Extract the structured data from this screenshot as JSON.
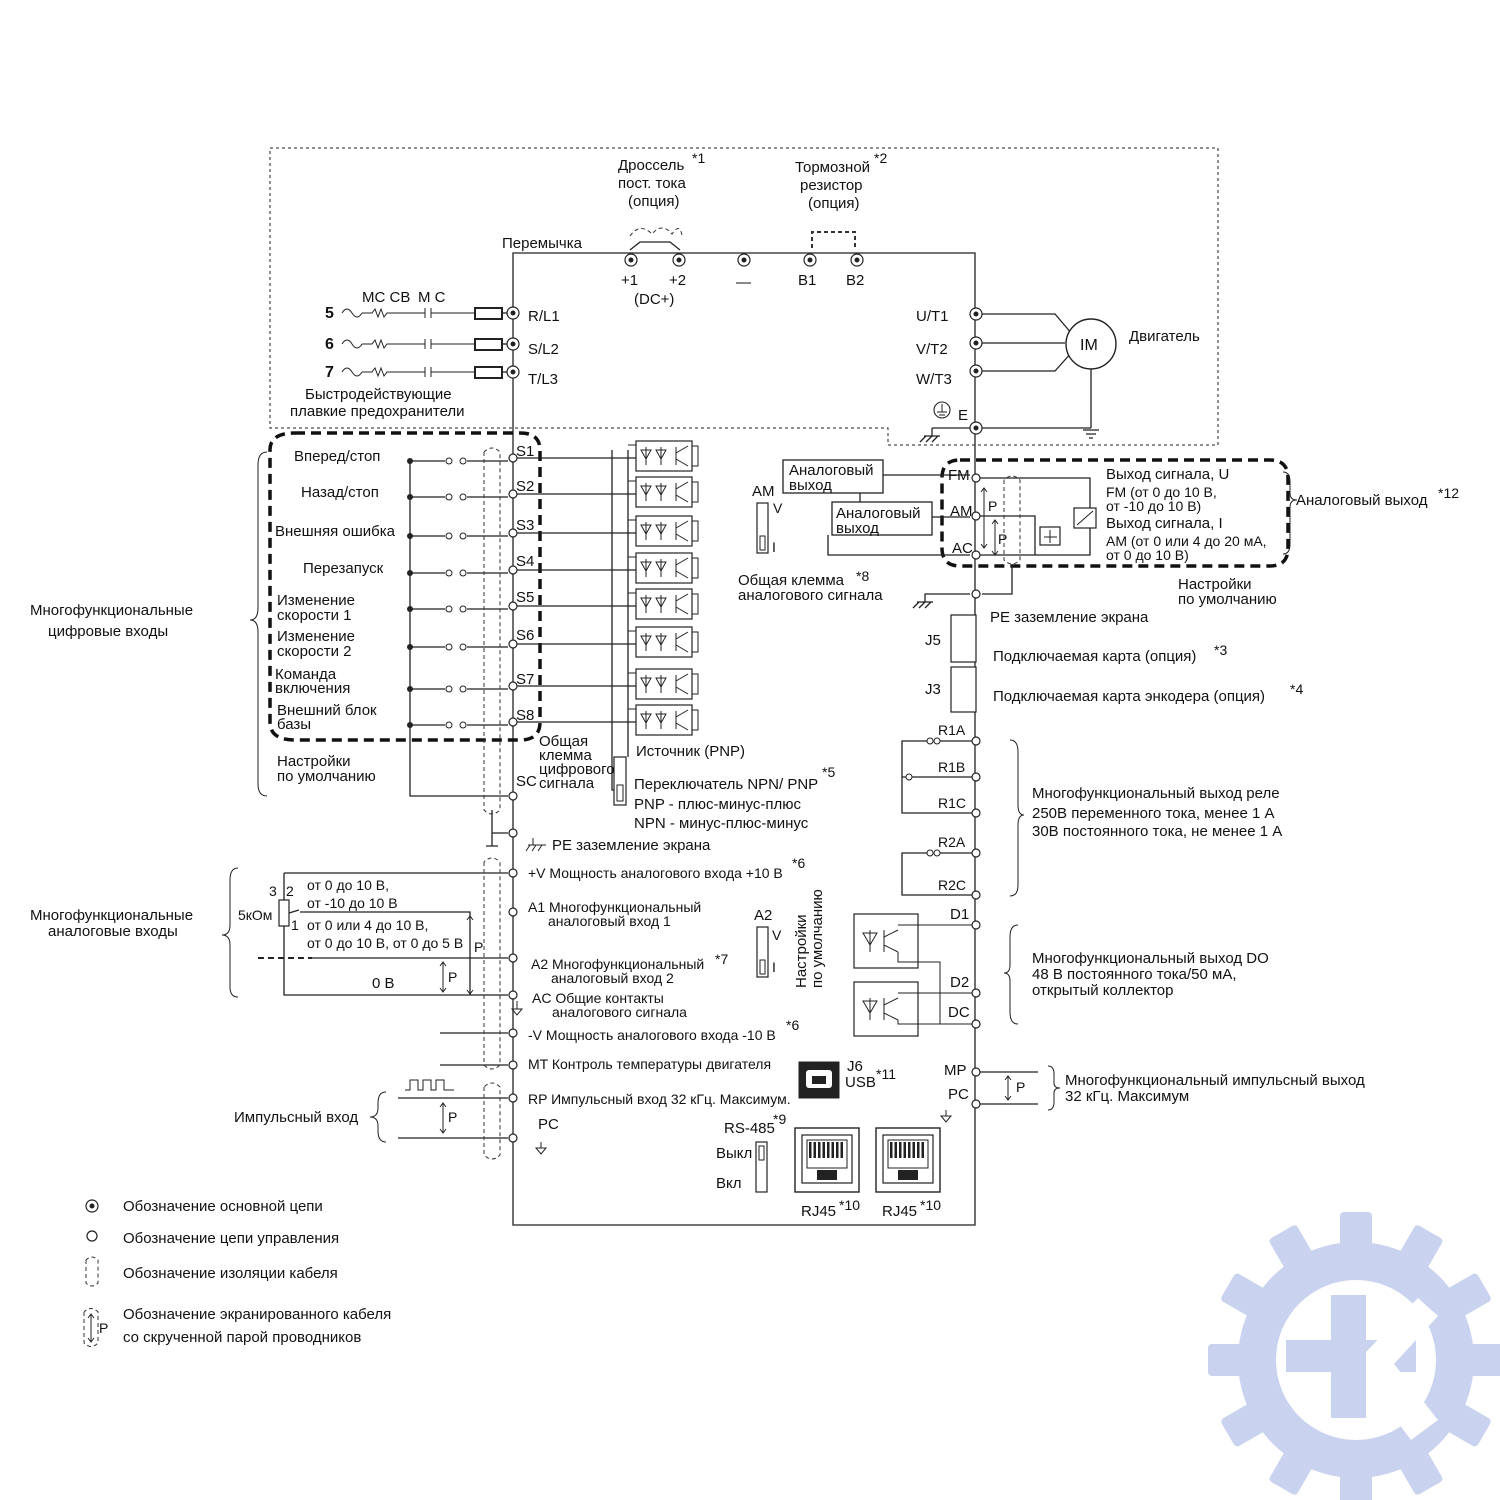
{
  "top": {
    "choke": {
      "title": "Дроссель",
      "note": "*1",
      "line2": "пост. тока",
      "line3": "(опция)"
    },
    "brake": {
      "title": "Тормозной",
      "note": "*2",
      "line2": "резистор",
      "line3": "(опция)"
    },
    "jumper": "Перемычка",
    "dc_terms": [
      "+1",
      "+2",
      "—",
      "B1",
      "B2"
    ],
    "dc_plus": "(DC+)"
  },
  "power_in": {
    "phases": [
      "5",
      "6",
      "7"
    ],
    "mccb": "MC CB",
    "mc": "M C",
    "terminals": [
      "R/L1",
      "S/L2",
      "T/L3"
    ],
    "fuse_line1": "Быстродействующие",
    "fuse_line2": "плавкие предохранители"
  },
  "motor": {
    "terminals": [
      "U/T1",
      "V/T2",
      "W/T3"
    ],
    "symbol": "IM",
    "label": "Двигатель",
    "ground": "E"
  },
  "digital_inputs": {
    "group_label_1": "Многофункциональные",
    "group_label_2": "цифровые входы",
    "items": [
      {
        "t": "S1",
        "l1": "Вперед/стоп",
        "l2": ""
      },
      {
        "t": "S2",
        "l1": "Назад/стоп",
        "l2": ""
      },
      {
        "t": "S3",
        "l1": "Внешняя ошибка",
        "l2": ""
      },
      {
        "t": "S4",
        "l1": "Перезапуск",
        "l2": ""
      },
      {
        "t": "S5",
        "l1": "Изменение",
        "l2": "скорости 1"
      },
      {
        "t": "S6",
        "l1": "Изменение",
        "l2": "скорости 2"
      },
      {
        "t": "S7",
        "l1": "Команда",
        "l2": "включения"
      },
      {
        "t": "S8",
        "l1": "Внешний блок",
        "l2": "базы"
      }
    ],
    "defaults_1": "Настройки",
    "defaults_2": "по умолчанию",
    "sc": "SC",
    "common_1": "Общая",
    "common_2": "клемма",
    "common_3": "цифрового",
    "common_4": "сигнала",
    "source": "Источник (PNP)",
    "npn_pnp": "Переключатель NPN/ PNP",
    "npn_pnp_note": "*5",
    "pnp": "PNP - плюс-минус-плюс",
    "npn": "NPN - минус-плюс-минус",
    "pe_shield": "PE заземление экрана"
  },
  "analog_inputs": {
    "group_label_1": "Многофункциональные",
    "group_label_2": "аналоговые входы",
    "pot": "5кОм",
    "pins": [
      "3",
      "2",
      "1"
    ],
    "r1a": "от 0 до 10 В,",
    "r1b": "от -10 до 10 В",
    "r2a": "от 0 или 4 до 10 В,",
    "r2b": "от 0 до 10 В, от 0 до 5 В",
    "zero_v": "0 В",
    "vplus": "+V Мощность аналогового входа +10 В",
    "vplus_note": "*6",
    "a1_1": "A1 Многофункциональный",
    "a1_2": "аналоговый вход 1",
    "a2_1": "A2 Многофункциональный",
    "a2_note": "*7",
    "a2_2": "аналоговый вход 2",
    "ac_1": "AC Общие контакты",
    "ac_2": "аналогового сигнала",
    "vminus": "-V Мощность аналогового входа -10 В",
    "vminus_note": "*6",
    "mt": "MT Контроль температуры двигателя",
    "a2_switch": "A2",
    "sw_v": "V",
    "sw_i": "I",
    "defaults_vert_1": "Настройки",
    "defaults_vert_2": "по умолчанию"
  },
  "pulse": {
    "label": "Импульсный вход",
    "rp": "RP Импульсный вход 32 кГц. Максимум.",
    "pc": "PC"
  },
  "analog_out": {
    "box1_1": "Аналоговый",
    "box1_2": "выход",
    "box2_1": "Аналоговый",
    "box2_2": "выход",
    "am_switch": "AM",
    "terms": [
      "FM",
      "AM",
      "AC"
    ],
    "u_1": "Выход сигнала, U",
    "u_2": "FM (от 0 до 10 В,",
    "u_3": "от -10 до 10 В)",
    "i_1": "Выход сигнала, I",
    "i_2": "AM (от 0 или 4 до 20 мА,",
    "i_3": "от 0 до 10 В)",
    "label": "Аналоговый выход",
    "label_note": "*12",
    "defaults_1": "Настройки",
    "defaults_2": "по умолчанию",
    "common_1": "Общая клемма",
    "common_note": "*8",
    "common_2": "аналогового сигнала",
    "pe": "PE заземление экрана",
    "j5": "J5",
    "j5_label": "Подключаемая карта (опция)",
    "j5_note": "*3",
    "j3": "J3",
    "j3_label": "Подключаемая карта энкодера (опция)",
    "j3_note": "*4"
  },
  "relay": {
    "terms": [
      "R1A",
      "R1B",
      "R1C",
      "R2A",
      "R2C"
    ],
    "l1": "Многофункциональный выход реле",
    "l2": "250В переменного тока, менее 1 А",
    "l3": "30В постоянного тока, не менее 1 А"
  },
  "do": {
    "terms": [
      "D1",
      "D2",
      "DC"
    ],
    "l1": "Многофункциональный выход DO",
    "l2": "48 В постоянного тока/50 мА,",
    "l3": "открытый коллектор"
  },
  "pulse_out": {
    "terms": [
      "MP",
      "PC"
    ],
    "l1": "Многофункциональный импульсный выход",
    "l2": "32 кГц. Максимум"
  },
  "comm": {
    "j6": "J6",
    "usb": "USB",
    "usb_note": "*11",
    "rs485": "RS-485",
    "rs485_note": "*9",
    "off": "Выкл",
    "on": "Вкл",
    "rj45": "RJ45",
    "rj45_note": "*10"
  },
  "legend": [
    "Обозначение основной цепи",
    "Обозначение цепи управления",
    "Обозначение изоляции кабеля",
    "Обозначение экранированного кабеля",
    "со скрученной парой проводников"
  ],
  "shield_p": "P",
  "colors": {
    "line": "#222222",
    "logo": "#c9d3ef"
  }
}
